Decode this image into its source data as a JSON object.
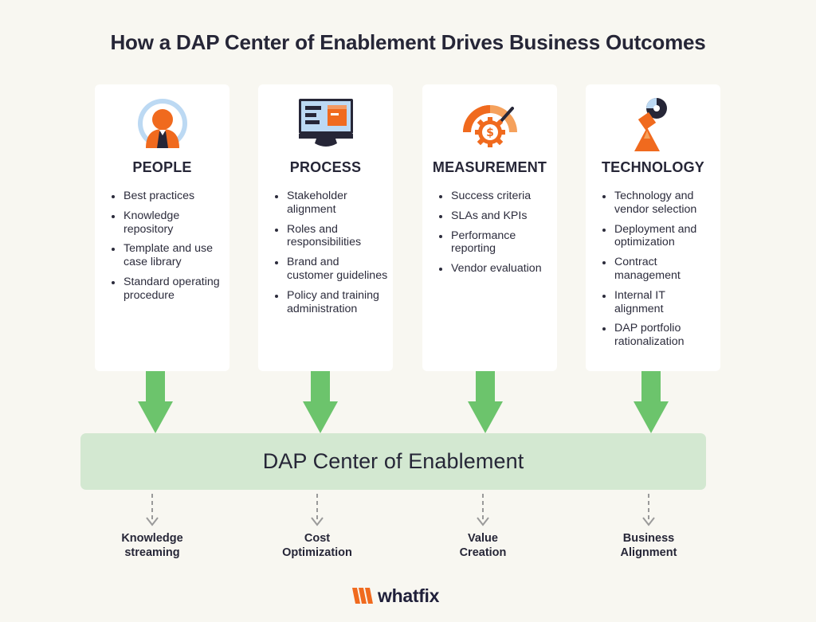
{
  "title": "How a DAP Center of Enablement Drives Business Outcomes",
  "pillars": [
    {
      "heading": "PEOPLE",
      "icon": "person-icon",
      "items": [
        "Best practices",
        "Knowledge repository",
        "Template and use case library",
        "Standard operating procedure"
      ]
    },
    {
      "heading": "PROCESS",
      "icon": "monitor-icon",
      "items": [
        "Stakeholder alignment",
        "Roles and responsibilities",
        "Brand and customer guidelines",
        "Policy and training administration"
      ]
    },
    {
      "heading": "MEASUREMENT",
      "icon": "gauge-icon",
      "items": [
        "Success criteria",
        "SLAs and KPIs",
        "Performance reporting",
        "Vendor evaluation"
      ]
    },
    {
      "heading": "TECHNOLOGY",
      "icon": "satellite-dish-icon",
      "items": [
        "Technology and vendor selection",
        "Deployment and optimization",
        "Contract management",
        "Internal IT alignment",
        "DAP portfolio rationalization"
      ]
    }
  ],
  "center": {
    "label": "DAP Center of Enablement"
  },
  "outcomes": [
    [
      "Knowledge",
      "streaming"
    ],
    [
      "Cost",
      "Optimization"
    ],
    [
      "Value",
      "Creation"
    ],
    [
      "Business",
      "Alignment"
    ]
  ],
  "brand": {
    "name": "whatfix",
    "icon": "whatfix-logo-icon"
  },
  "colors": {
    "background": "#f8f7f1",
    "card": "#ffffff",
    "arrow": "#6cc46c",
    "center_box": "#d3e8d1",
    "accent_orange": "#f06a1e",
    "accent_blue": "#bcd9f3",
    "dark_navy": "#262637"
  }
}
